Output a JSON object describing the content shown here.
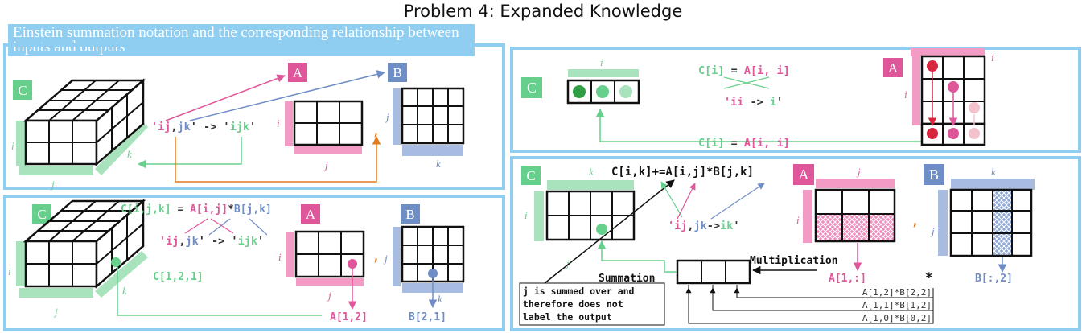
{
  "title": "Problem 4: Expanded Knowledge",
  "subtitle": "Einstein summation notation and the corresponding relationship between inputs and outputs",
  "colors": {
    "frame": "#8fcdf1",
    "green": "#67cf8c",
    "pink": "#e0569a",
    "blue": "#6f8ec5",
    "red": "#d7263d",
    "orange": "#e07b21"
  },
  "labels": {
    "C": "C",
    "A": "A",
    "B": "B",
    "i": "i",
    "j": "j",
    "k": "k",
    "comma": ",",
    "star": "*"
  },
  "panel1": {
    "expr_ij": "'ij",
    "expr_comma1": ",",
    "expr_jk": "jk",
    "expr_arrow": "' -> '",
    "expr_ijk": "ijk",
    "expr_end": "'"
  },
  "panel2": {
    "top_formula_c": "C[i,j,k]",
    "top_formula_eq": " = ",
    "top_formula_a": "A[i,j]",
    "top_formula_star": "*",
    "top_formula_b": "B[j,k]",
    "expr_ij": "'ij",
    "expr_comma1": ",",
    "expr_jk": "jk",
    "expr_arrow": "' -> '",
    "expr_ijk": "ijk",
    "expr_end": "'",
    "c_index": "C[1,2,1]",
    "a_index": "A[1,2]",
    "b_index": "B[2,1]"
  },
  "panel3": {
    "top_formula_c": "C[i]",
    "top_formula_eq": " = ",
    "top_formula_a": "A[i, i]",
    "expr_ii": "'ii",
    "expr_arrow": " -> ",
    "expr_i": "i",
    "expr_end": "'",
    "bottom_formula_c": "C[i]",
    "bottom_formula_eq": " = ",
    "bottom_formula_a": "A[i, i]"
  },
  "panel4": {
    "formula": "C[i,k]+=A[i,j]*B[j,k]",
    "expr_ij": "'ij",
    "expr_comma": ",",
    "expr_jk": "jk",
    "expr_arrow": "->",
    "expr_ik": "ik",
    "expr_end": "'",
    "multiplication": "Multiplication",
    "summation": "Summation",
    "note": [
      "j is summed over and",
      "therefore does not",
      "label the output"
    ],
    "a_slice": "A[1,:]",
    "b_slice": "B[:,2]",
    "products": [
      "A[1,2]*B[2,2]",
      "A[1,1]*B[1,2]",
      "A[1,0]*B[0,2]"
    ]
  }
}
